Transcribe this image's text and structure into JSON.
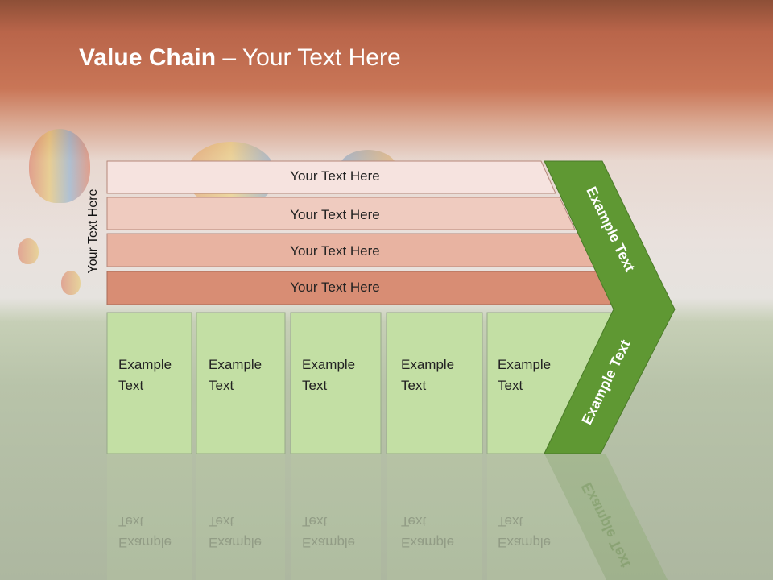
{
  "slide": {
    "title_bold": "Value Chain",
    "title_rest": " – Your Text Here",
    "vertical_label": "Your Text Here"
  },
  "rows": [
    {
      "label": "Your Text Here",
      "color": "#f6e3df"
    },
    {
      "label": "Your Text Here",
      "color": "#efcbbf"
    },
    {
      "label": "Your Text Here",
      "color": "#e8b3a1"
    },
    {
      "label": "Your Text Here",
      "color": "#d88d74"
    }
  ],
  "boxes": [
    {
      "line1": "Example",
      "line2": "Text"
    },
    {
      "line1": "Example",
      "line2": "Text"
    },
    {
      "line1": "Example",
      "line2": "Text"
    },
    {
      "line1": "Example",
      "line2": "Text"
    },
    {
      "line1": "Example",
      "line2": "Text"
    }
  ],
  "chevron": {
    "upper_label": "Example Text",
    "lower_label": "Example Text",
    "color": "#5f9833",
    "box_color": "#c3dfa4"
  }
}
